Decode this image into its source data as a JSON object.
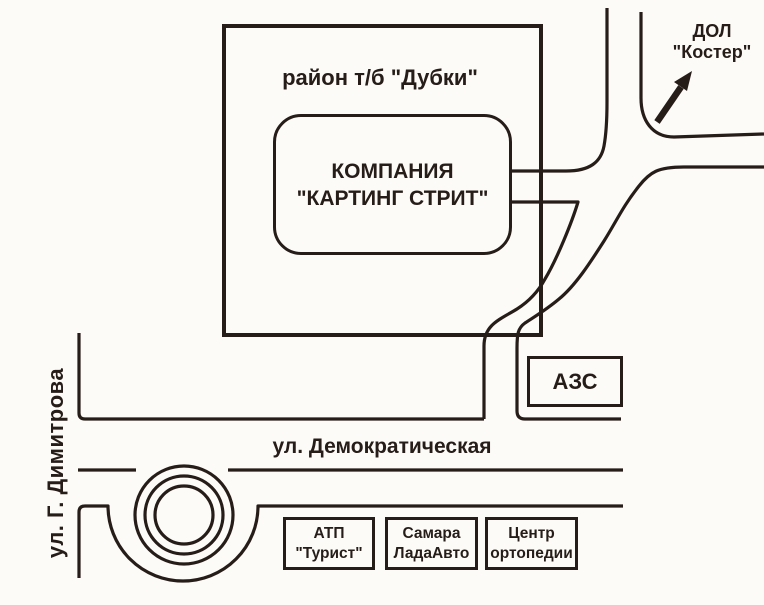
{
  "colors": {
    "ink": "#261c18",
    "paper": "#fcfbf7"
  },
  "region": {
    "label": "район т/б \"Дубки\""
  },
  "company": {
    "line1": "КОМПАНИЯ",
    "line2": "\"КАРТИНГ СТРИТ\""
  },
  "camp": {
    "line1": "ДОЛ",
    "line2": "\"Костер\""
  },
  "gas_station": {
    "label": "АЗС"
  },
  "streets": {
    "demokraticheskaya": "ул. Демократическая",
    "dimitrova": "ул. Г. Димитрова"
  },
  "pois": [
    {
      "line1": "АТП",
      "line2": "\"Турист\""
    },
    {
      "line1": "Самара",
      "line2": "ЛадаАвто"
    },
    {
      "line1": "Центр",
      "line2": "ортопедии"
    }
  ]
}
